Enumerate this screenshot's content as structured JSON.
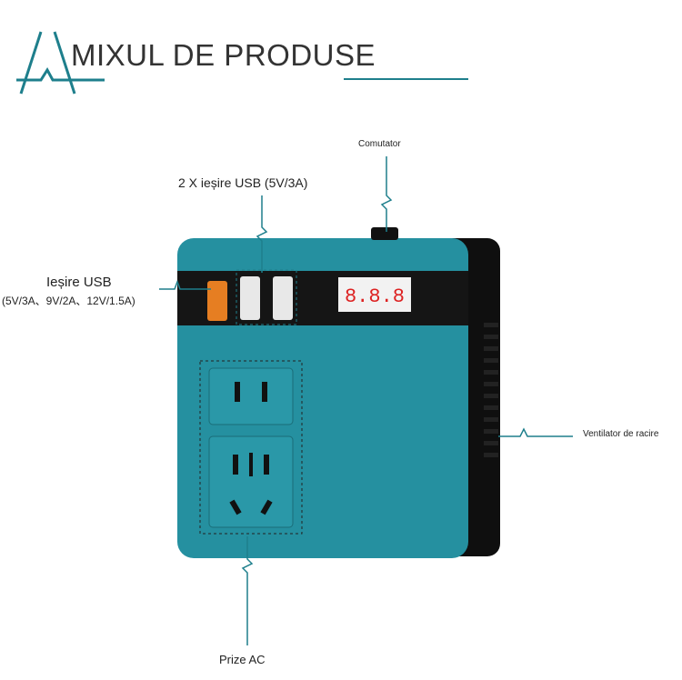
{
  "header": {
    "title": "MIXUL DE PRODUSE"
  },
  "labels": {
    "switch": "Comutator",
    "dual_usb": "2 X ieșire USB (5V/3A)",
    "usb_out": "Ieșire USB",
    "usb_out_spec": "(5V/3A、9V/2A、12V/1.5A)",
    "fan": "Ventilator de racire",
    "ac": "Prize AC"
  },
  "display": {
    "readout": "8.8.8"
  },
  "colors": {
    "accent": "#1e7f8c",
    "body": "#2590a0"
  }
}
